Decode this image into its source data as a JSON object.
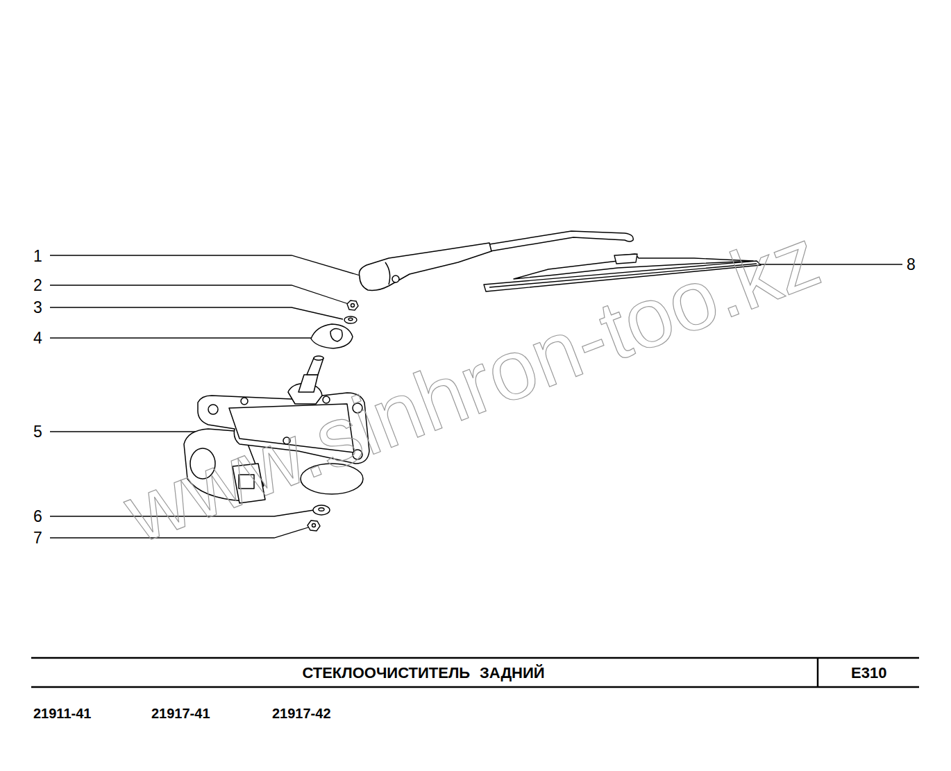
{
  "diagram": {
    "title": "СТЕКЛООЧИСТИТЕЛЬ ЗАДНИЙ",
    "labels": [
      "1",
      "2",
      "3",
      "4",
      "5",
      "6",
      "7",
      "8",
      "E310",
      "21911-41",
      "21917-41",
      "21917-42",
      "www.sinhron-too.kz"
    ]
  }
}
